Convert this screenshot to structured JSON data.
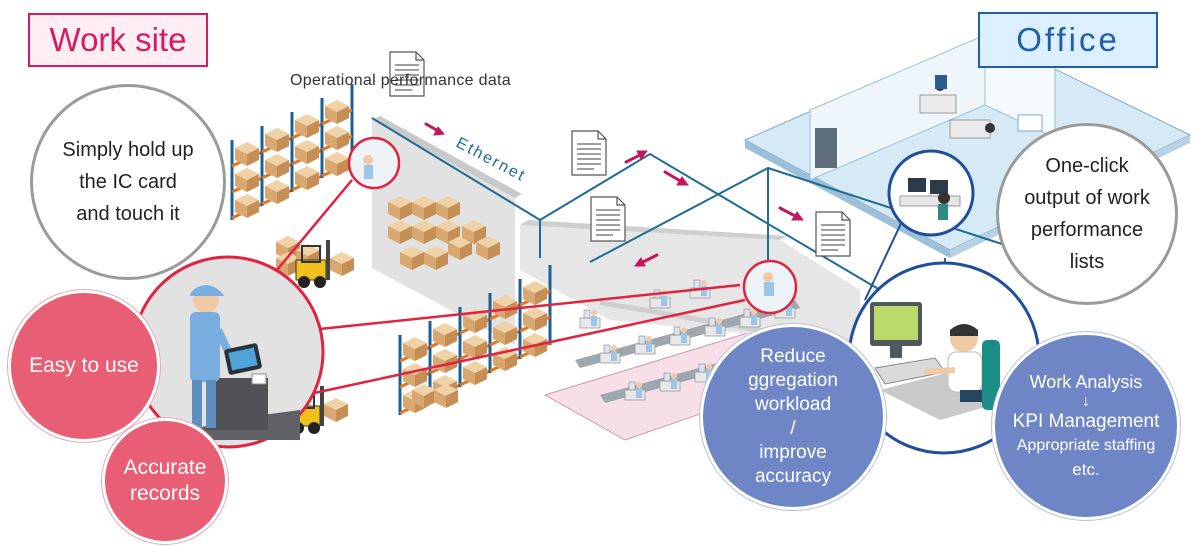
{
  "labels": {
    "work_site": "Work site",
    "office": "Office",
    "operational_data": "Operational performance data",
    "ethernet": "Ethernet"
  },
  "bubbles": {
    "ic_card": [
      "Simply hold up",
      "the IC card",
      "and touch it"
    ],
    "easy": "Easy to use",
    "accurate": [
      "Accurate",
      "records"
    ],
    "reduce": [
      "Reduce",
      "ggregation",
      "workload",
      "/",
      "improve",
      "accuracy"
    ],
    "one_click": [
      "One-click",
      "output of work",
      "performance",
      "lists"
    ],
    "kpi": [
      "Work Analysis",
      "↓",
      "KPI Management",
      "Appropriate staffing",
      "etc."
    ]
  },
  "colors": {
    "work_site_accent": "#d81b60",
    "office_accent": "#1f5ea8",
    "network_line": "#1f6b95",
    "data_arrow": "#c2185b",
    "pink_bubble": "#e85f75",
    "blue_bubble": "#6f86c6"
  },
  "icons": [
    "document-icon",
    "forklift-icon",
    "rack-icon",
    "computer-icon",
    "worker-icon",
    "arrow-icon"
  ]
}
